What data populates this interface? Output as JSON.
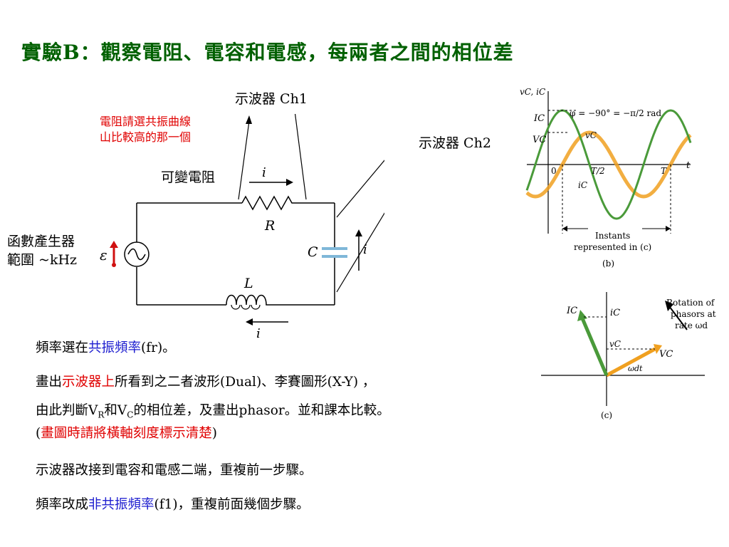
{
  "title": "實驗B：觀察電阻、電容和電感，每兩者之間的相位差",
  "circuit": {
    "ch1_label": "示波器 Ch1",
    "ch2_label": "示波器 Ch2",
    "note_line1": "電阻請選共振曲線",
    "note_line2": "山比較高的那一個",
    "variable_resistor": "可變電阻",
    "generator_line1": "函數產生器",
    "generator_line2": "範圍 ~kHz",
    "resistor_symbol": "R",
    "capacitor_symbol": "C",
    "inductor_symbol": "L",
    "current_symbol": "i",
    "emf_symbol": "ε"
  },
  "graph_b": {
    "y_label_1": "vC, iC",
    "phase_text": "φ = −90° = −π/2 rad",
    "ic_label": "IC",
    "vc_label": "VC",
    "vc_curve_label": "vC",
    "ic_curve_label": "iC",
    "origin": "0",
    "half_period": "T/2",
    "period": "T",
    "t_axis": "t",
    "instants_1": "Instants",
    "instants_2": "represented in (c)",
    "caption": "(b)"
  },
  "graph_c": {
    "ic_label": "IC",
    "ic_axis": "iC",
    "vc_small": "vC",
    "vc_label": "VC",
    "omega_t": "ωdt",
    "rotation_1": "Rotation of",
    "rotation_2": "phasors at",
    "rotation_3": "rate ωd",
    "caption": "(c)"
  },
  "paragraphs": {
    "p1_a": "頻率選在",
    "p1_b": "共振頻率",
    "p1_c": "(fr)。",
    "p2_a": "畫出",
    "p2_b": "示波器上",
    "p2_c": "所看到之二者波形(Dual)、李賽圖形(X-Y) ，",
    "p3_a": "由此判斷V",
    "p3_sub1": "R",
    "p3_b": "和V",
    "p3_sub2": "C",
    "p3_c": "的相位差，及畫出phasor。並和課本比較。",
    "p4_a": "(",
    "p4_b": "畫圖時請將橫軸刻度標示清楚",
    "p4_c": ")",
    "p5": "示波器改接到電容和電感二端，重複前一步驟。",
    "p6_a": "頻率改成",
    "p6_b": "非共振頻率",
    "p6_c": "(f1)，重複前面幾個步驟。"
  },
  "colors": {
    "title": "#006000",
    "emphasis_red": "#e00000",
    "emphasis_blue": "#2020d0",
    "wave_green": "#4a9a3a",
    "wave_orange": "#f0a020"
  }
}
